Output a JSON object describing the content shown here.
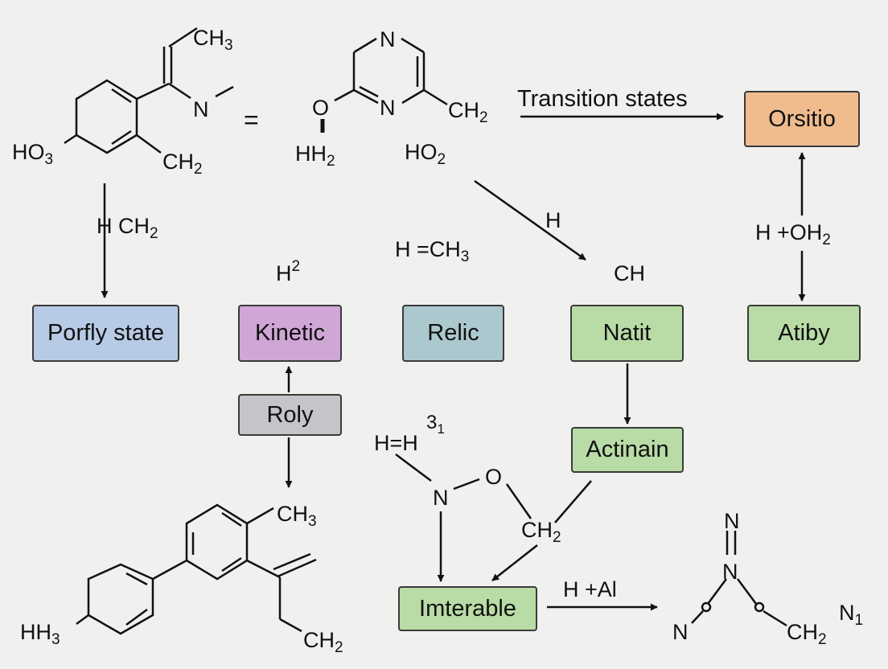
{
  "colors": {
    "background": "#f0f0ef",
    "blue_box": "#b8cbe6",
    "purple_box": "#cfa6d6",
    "teal_box": "#acc8cf",
    "green_box": "#b9dba6",
    "gray_box": "#c3c5c9",
    "orange_box": "#f0bc8e",
    "line": "#111111"
  },
  "boxes": {
    "porfly_state": "Porfly state",
    "kinetic": "Kinetic",
    "relic": "Relic",
    "natit": "Natit",
    "atiby": "Atiby",
    "roly": "Roly",
    "actinain": "Actinain",
    "imterable": "Imterable",
    "orsitio": "Orsitio"
  },
  "labels": {
    "equals": "=",
    "transition_states": "Transition states",
    "h_ch2": "H CH",
    "h_ch2_sub": "2",
    "h_sup": "H",
    "h_sup_2": "2",
    "h_eq_ch3": "H =CH",
    "h_eq_ch3_sub": "3",
    "h_diag": "H",
    "ch_label": "CH",
    "h_oh2": "H +OH",
    "h_oh2_sub": "2",
    "h_al": "H +Al"
  },
  "molecules": {
    "m1": {
      "ch3": "CH",
      "ch3_sub": "3",
      "n": "N",
      "ho3": "HO",
      "ho3_sub": "3",
      "ch2": "CH",
      "ch2_sub": "2"
    },
    "m2": {
      "n_top": "N",
      "n_mid": "N",
      "o": "O",
      "ch2": "CH",
      "ch2_sub": "2",
      "hh2": "HH",
      "hh2_sub": "2",
      "ho2": "HO",
      "ho2_sub": "2"
    },
    "m3": {
      "hh": "H=H",
      "sup": "3",
      "sup_sub": "1",
      "n": "N",
      "o": "O",
      "ch2": "CH",
      "ch2_sub": "2"
    },
    "m4": {
      "ch3": "CH",
      "ch3_sub": "3",
      "hh3": "HH",
      "hh3_sub": "3",
      "ch2": "CH",
      "ch2_sub": "2"
    },
    "m5": {
      "n_top": "N",
      "n_mid": "N",
      "n_left": "N",
      "ch2": "CH",
      "ch2_sub": "2",
      "n1": "N",
      "n1_sub": "1"
    }
  }
}
